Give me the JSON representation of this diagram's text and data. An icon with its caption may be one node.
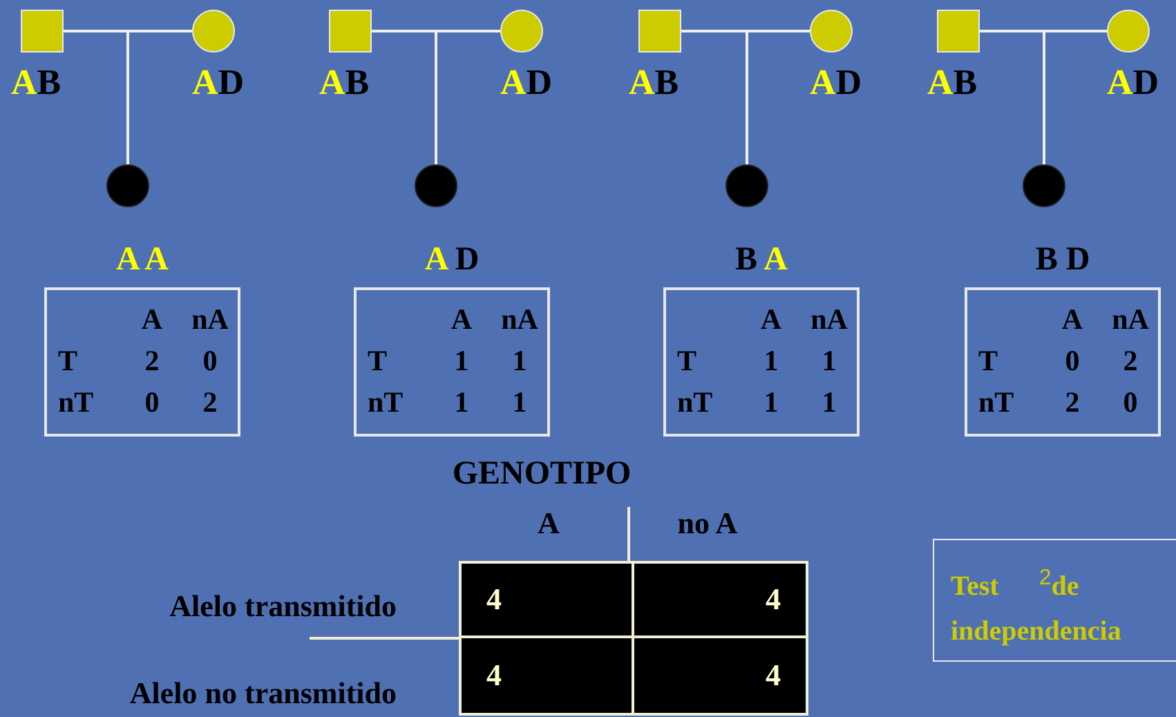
{
  "diagram": {
    "nodes": [
      {
        "text": [],
        "shape": "box",
        "beside": [
          "AB"
        ]
      },
      {
        "text": [],
        "shape": "circle",
        "beside": [
          "AD"
        ]
      },
      {
        "text": [],
        "shape": "circle"
      },
      {
        "text": [
          "A A",
          "A",
          "nA",
          "T",
          "2",
          "0",
          "nT",
          "0",
          "2"
        ]
      },
      {
        "text": [],
        "shape": "box",
        "beside": [
          "AB"
        ]
      },
      {
        "text": [],
        "shape": "circle",
        "beside": [
          "AD"
        ]
      },
      {
        "text": [],
        "shape": "circle"
      },
      {
        "text": [
          "A D",
          "A",
          "nA",
          "T",
          "1",
          "1",
          "nT",
          "1",
          "1"
        ]
      },
      {
        "text": [],
        "shape": "box",
        "beside": [
          "AB"
        ]
      },
      {
        "text": [],
        "shape": "circle",
        "beside": [
          "AD"
        ]
      },
      {
        "text": [],
        "shape": "circle"
      },
      {
        "text": [
          "B A",
          "A",
          "nA",
          "T",
          "1",
          "1",
          "nT",
          "1",
          "1"
        ]
      },
      {
        "text": [],
        "shape": "box",
        "beside": [
          "AB"
        ]
      },
      {
        "text": [],
        "shape": "circle",
        "beside": [
          "AD"
        ]
      },
      {
        "text": [],
        "shape": "circle"
      },
      {
        "text": [
          "B D",
          "A",
          "nA",
          "T",
          "0",
          "2",
          "nT",
          "2",
          "0"
        ]
      },
      {
        "text": [
          "4",
          "4",
          "4",
          "4"
        ]
      },
      {
        "text": [
          "Test $^{2}$de independencia"
        ]
      }
    ],
    "edges": [
      {
        "from": 0,
        "to": 1,
        "arrow": "none"
      },
      {
        "from": 0,
        "to": 2,
        "arrow": "none"
      },
      {
        "from": 1,
        "to": 2,
        "arrow": "none"
      },
      {
        "from": 4,
        "to": 5,
        "arrow": "none"
      },
      {
        "from": 4,
        "to": 6,
        "arrow": "none"
      },
      {
        "from": 5,
        "to": 6,
        "arrow": "none"
      },
      {
        "from": 8,
        "to": 9,
        "arrow": "none"
      },
      {
        "from": 8,
        "to": 10,
        "arrow": "none"
      },
      {
        "from": 9,
        "to": 10,
        "arrow": "none"
      },
      {
        "from": 12,
        "to": 13,
        "arrow": "none"
      },
      {
        "from": 12,
        "to": 14,
        "arrow": "none"
      },
      {
        "from": 13,
        "to": 14,
        "arrow": "none"
      }
    ],
    "labels": [
      "GENOTIPO",
      "A",
      "no A",
      "Alelo transmitido",
      "Alelo no transmitido"
    ]
  }
}
